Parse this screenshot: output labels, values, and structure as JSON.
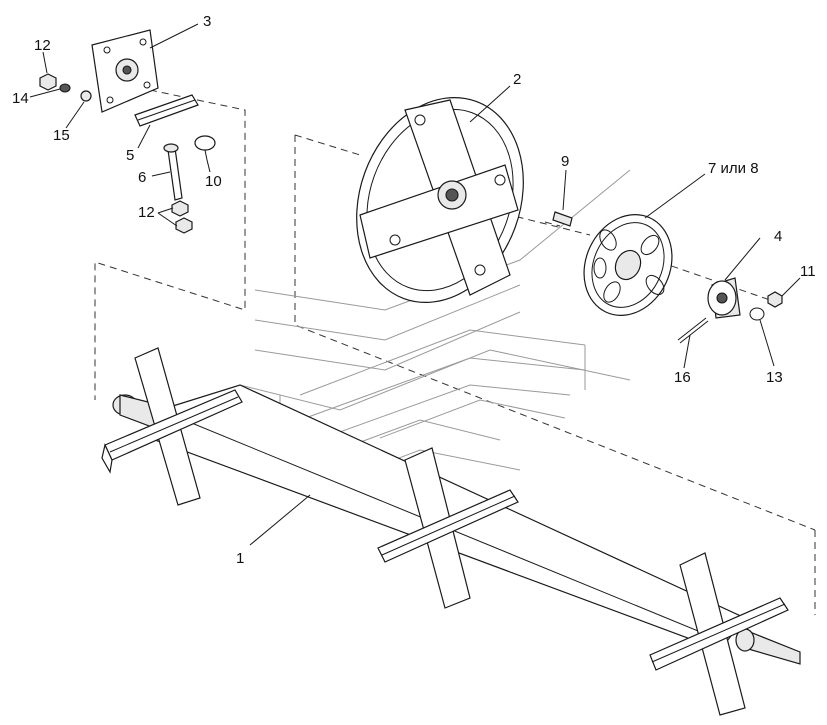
{
  "diagram": {
    "callouts": {
      "c1": "1",
      "c2": "2",
      "c3": "3",
      "c4": "4",
      "c5": "5",
      "c6": "6",
      "c7": "7 или 8",
      "c9": "9",
      "c10": "10",
      "c11": "11",
      "c12a": "12",
      "c12b": "12",
      "c13": "13",
      "c14": "14",
      "c15": "15",
      "c16": "16"
    },
    "colors": {
      "line": "#1a1a1a",
      "background": "#ffffff",
      "shade": "#9a9a9a"
    }
  }
}
